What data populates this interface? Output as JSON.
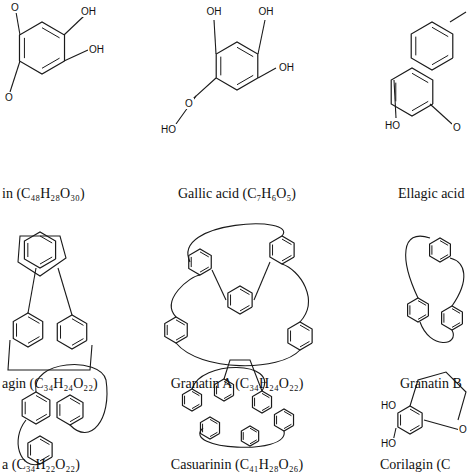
{
  "diagram": {
    "labels": [
      "in (C₄₈H₂₈O₃₀)",
      "Gallic acid (C₇H₆O₅)",
      "Ellagic acid",
      "agin (C₃₄H₂₄O₂₂)",
      "Granatin A (C₃₄H₂₄O₂₂)",
      "Granatin B",
      "a (C₃₄H₂₂O₂₂)",
      "Casuarinin (C₄₁H₂₈O₂₆)",
      "Corilagin (C",
      "O",
      "OH",
      "OH",
      "O",
      "OH",
      "OH",
      "OH",
      "HO",
      "O",
      "HO",
      "O",
      "HO",
      "HO",
      "O"
    ]
  }
}
